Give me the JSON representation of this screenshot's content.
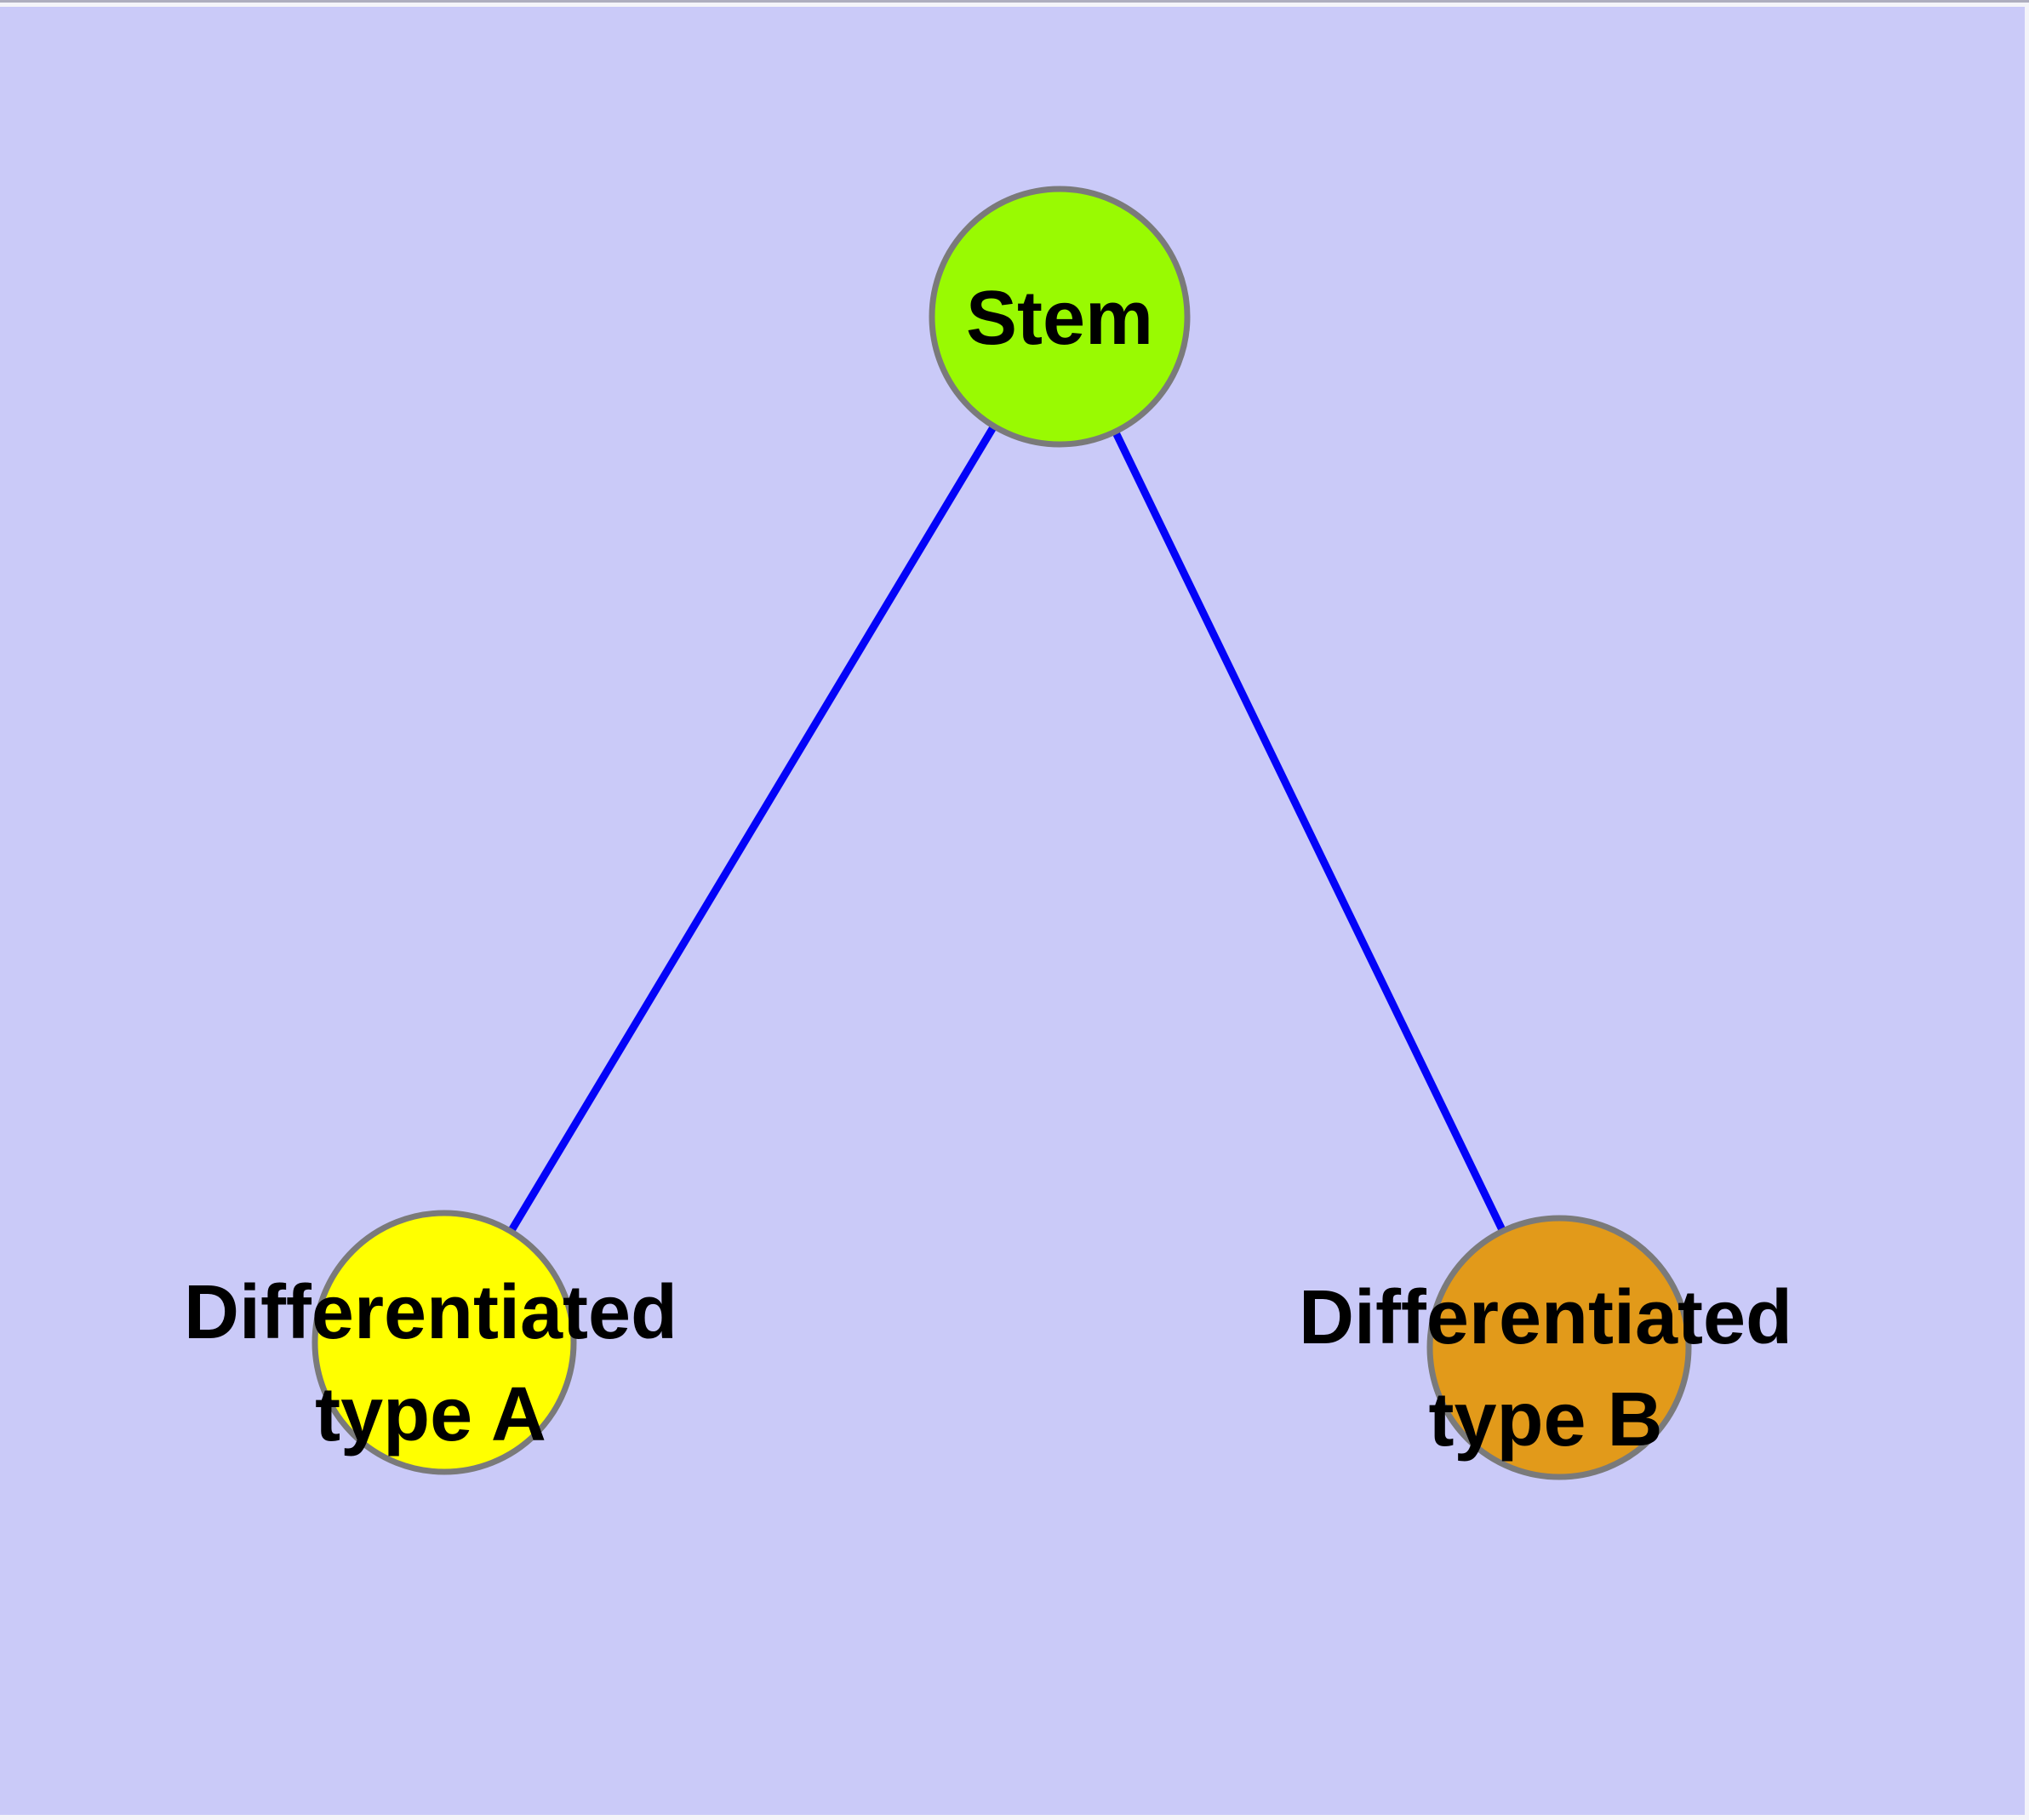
{
  "window": {
    "top_edge_color": "#AEAEBE",
    "margin_color": "#F4F4F9"
  },
  "diagram": {
    "type": "graph",
    "colors": {
      "background": "#CACAF8",
      "edge": "#0303F8",
      "node_border": "#7A7A7A",
      "label_text": "#000000"
    },
    "nodes": {
      "stem": {
        "label": "Stem",
        "fill": "#99FA02"
      },
      "type_a": {
        "label_line1": "Differentiated",
        "label_line2": "type A",
        "label": "Differentiated type A",
        "fill": "#FFFF00"
      },
      "type_b": {
        "label_line1": "Differentiated",
        "label_line2": "type B",
        "label": "Differentiated type B",
        "fill": "#E29A1A"
      }
    },
    "edges": [
      {
        "from": "Stem",
        "to": "Differentiated type A"
      },
      {
        "from": "Stem",
        "to": "Differentiated type B"
      }
    ]
  }
}
